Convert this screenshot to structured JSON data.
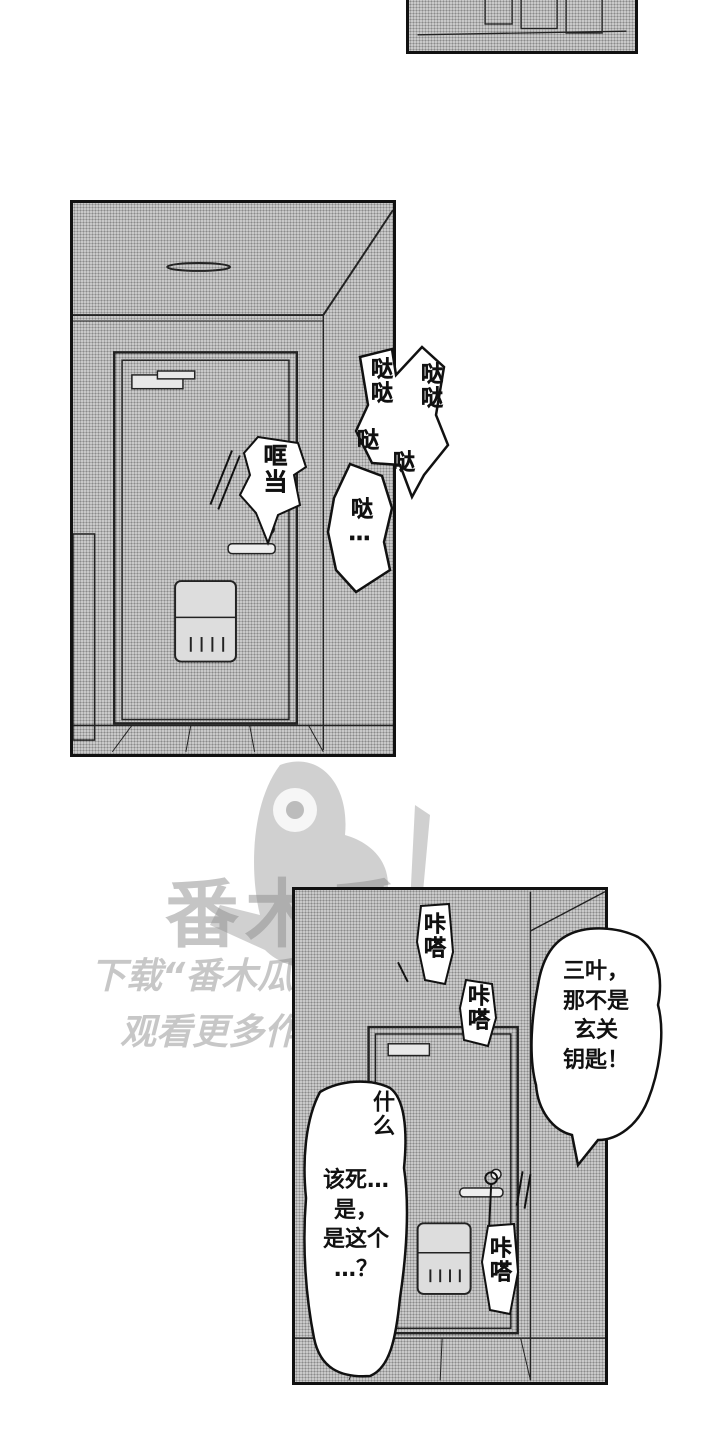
{
  "panel2": {
    "sfx_clang": "哐当",
    "sfx_steps_1": "哒哒",
    "sfx_steps_2": "哒哒",
    "sfx_steps_3": "哒",
    "sfx_steps_4": "哒",
    "sfx_steps_5": "哒…"
  },
  "panel3": {
    "sfx_click_1": "咔嗒",
    "sfx_click_2": "咔嗒",
    "sfx_click_3": "咔嗒",
    "bubble_right": "三叶，\n那不是\n玄关\n钥匙！",
    "bubble_left_top": "什么",
    "bubble_left": "该死…\n是，\n是这个\n…？"
  },
  "watermark": {
    "logo": "番木瓜",
    "line1": "下载“番木瓜”APP",
    "line2": "观看更多作品"
  },
  "colors": {
    "ink": "#111111",
    "screentone": "#c9c9c9",
    "paper": "#ffffff"
  }
}
